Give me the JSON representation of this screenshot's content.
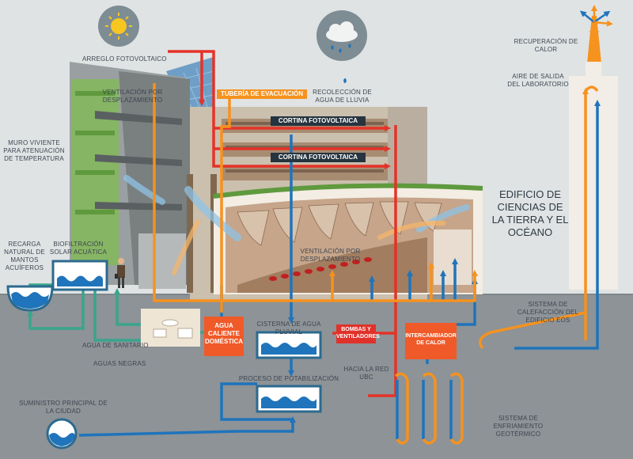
{
  "colors": {
    "sky": "#dfe3e4",
    "ground": "#8d9397",
    "hot": "#e53227",
    "warm": "#f6921e",
    "cold": "#1f74bb",
    "teal": "#3aa58b",
    "box_orange": "#f05a28",
    "box_red": "#e0322a"
  },
  "icons": [
    "sun-icon",
    "rain-cloud-icon",
    "heat-recovery-arrows-icon",
    "water-wave-icon",
    "person-icon"
  ],
  "labels": {
    "arreglo": "Arreglo fotovoltaico",
    "ventilacion_top": "Ventilación por desplazamiento",
    "tuberia": "Tubería de evacuación",
    "recoleccion": "Recolección de agua de lluvia",
    "cortina1": "Cortina fotovoltaica",
    "cortina2": "Cortina fotovoltaica",
    "muro": "Muro viviente para atenuación de temperatura",
    "recuperacion": "Recuperación de calor",
    "aire_salida": "Aire de salida del laboratorio",
    "edificio": "Edificio de ciencias de la tierra y el océano",
    "recarga": "Recarga natural de mantos acuíferos",
    "biofiltracion": "Biofiltración solar acuática",
    "ventilacion_mid": "Ventilación por desplazamiento",
    "agua_caliente": "Agua caliente doméstica",
    "cisterna": "Cisterna de agua pluvial",
    "bombas": "Bombas y ventiladores",
    "intercambiador": "Intercambiador de calor",
    "sistema_calefaccion": "Sistema de calefacción del edificio EOS",
    "agua_sanitario": "Agua de sanitario",
    "aguas_negras": "Aguas negras",
    "hacia_red": "Hacia la red UBC",
    "proceso": "Proceso de potabilización",
    "suministro": "Suministro principal de la ciudad",
    "enfriamiento": "Sistema de enfriamiento geotérmico"
  }
}
